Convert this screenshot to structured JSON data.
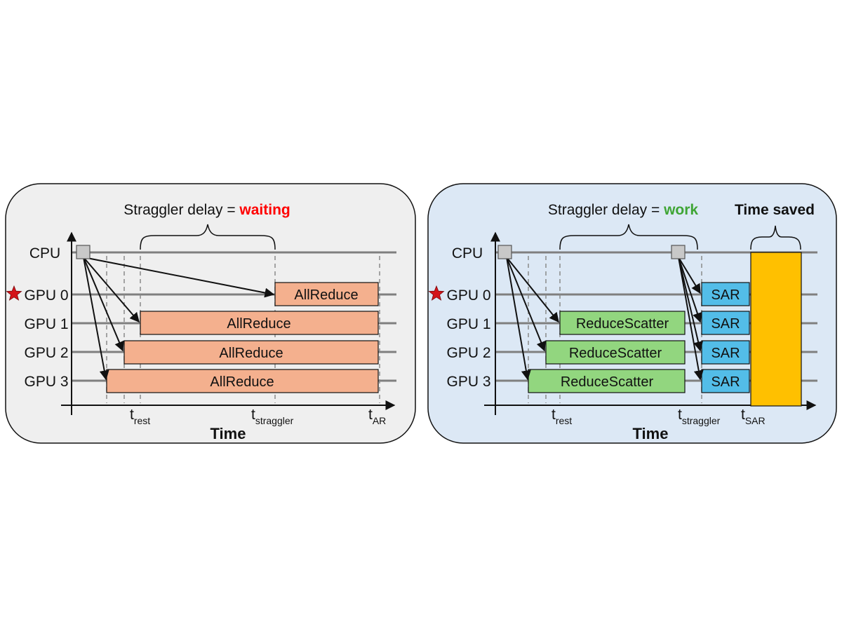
{
  "colors": {
    "left_panel_bg": "#efefef",
    "right_panel_bg": "#dce8f5",
    "allreduce": "#f4b08e",
    "reducescatter": "#92d67f",
    "sar": "#53bde8",
    "time_saved": "#ffc000",
    "waiting": "#ff0000",
    "work": "#3fa535",
    "star": "#d4141a",
    "cpu_box": "#c8c8c8"
  },
  "left": {
    "title_prefix": "Straggler delay = ",
    "title_emph": "waiting",
    "rows": [
      "CPU",
      "GPU 0",
      "GPU 1",
      "GPU 2",
      "GPU 3"
    ],
    "bars": [
      "AllReduce",
      "AllReduce",
      "AllReduce",
      "AllReduce"
    ],
    "ticks": [
      {
        "main": "t",
        "sub": "rest"
      },
      {
        "main": "t",
        "sub": "straggler"
      },
      {
        "main": "t",
        "sub": "AR"
      }
    ],
    "xlabel": "Time"
  },
  "right": {
    "title_prefix": "Straggler delay = ",
    "title_emph": "work",
    "time_saved": "Time saved",
    "rows": [
      "CPU",
      "GPU 0",
      "GPU 1",
      "GPU 2",
      "GPU 3"
    ],
    "rs_bars": [
      "ReduceScatter",
      "ReduceScatter",
      "ReduceScatter"
    ],
    "sar_bars": [
      "SAR",
      "SAR",
      "SAR",
      "SAR"
    ],
    "ticks": [
      {
        "main": "t",
        "sub": "rest"
      },
      {
        "main": "t",
        "sub": "straggler"
      },
      {
        "main": "t",
        "sub": "SAR"
      }
    ],
    "xlabel": "Time"
  }
}
